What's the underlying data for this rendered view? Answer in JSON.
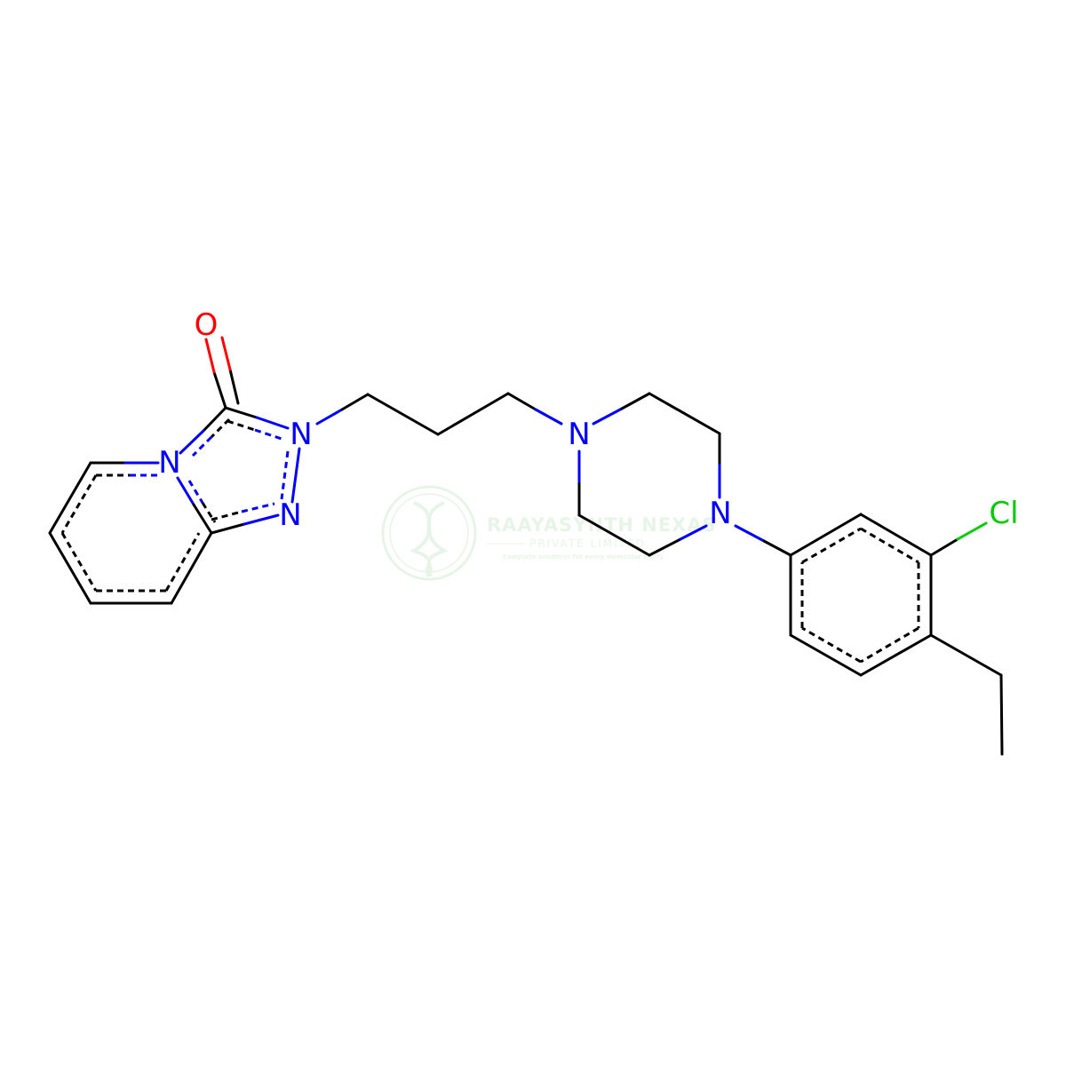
{
  "molecule": {
    "atoms": {
      "o1": "O",
      "n1": "N",
      "n2": "N",
      "n3": "N",
      "n4": "N",
      "n5": "N",
      "cl": "Cl"
    }
  },
  "watermark": {
    "title": "RAAYASYNTH NEXAS",
    "subtitle": "PRIVATE LIMITED",
    "tagline": "Complete solutions for every molecular query"
  },
  "colors": {
    "carbon": "#000000",
    "nitrogen": "#0000ff",
    "oxygen": "#ff0000",
    "chlorine": "#00cc00",
    "watermark": "#4caf50"
  }
}
